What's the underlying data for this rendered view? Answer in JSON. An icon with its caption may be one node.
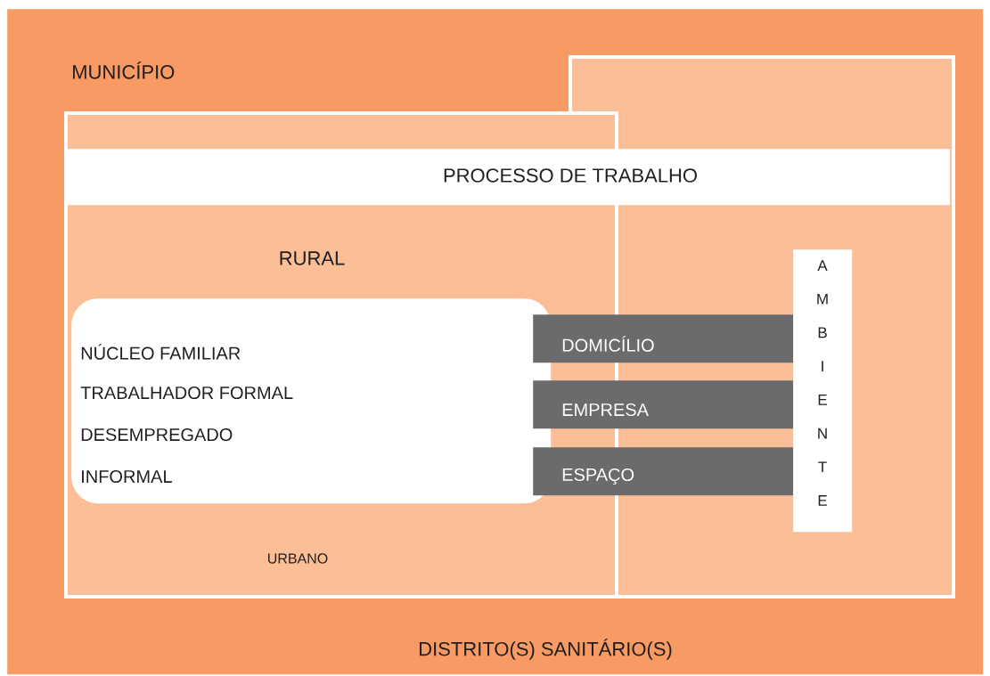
{
  "diagram": {
    "nodes": [
      {
        "text": [
          "MUNICÍPIO",
          "DISTRITO(S) SANITÁRIO(S)"
        ]
      },
      {
        "text": [],
        "shape": "box",
        "in": 0
      },
      {
        "text": [
          "RURAL",
          "URBANO"
        ],
        "in": 0
      },
      {
        "text": [
          "PROCESSO DE TRABALHO"
        ],
        "in": 0
      },
      {
        "text": [
          "NÚCLEO FAMILIAR",
          "TRABALHADOR FORMAL",
          "DESEMPREGADO",
          "INFORMAL"
        ],
        "in": 2
      },
      {
        "text": [
          "DOMICÍLIO"
        ],
        "in": 0
      },
      {
        "text": [
          "EMPRESA"
        ],
        "in": 0
      },
      {
        "text": [
          "ESPAÇO"
        ],
        "in": 0
      },
      {
        "text": [
          "AMBIENTE"
        ],
        "in": 1
      }
    ]
  }
}
